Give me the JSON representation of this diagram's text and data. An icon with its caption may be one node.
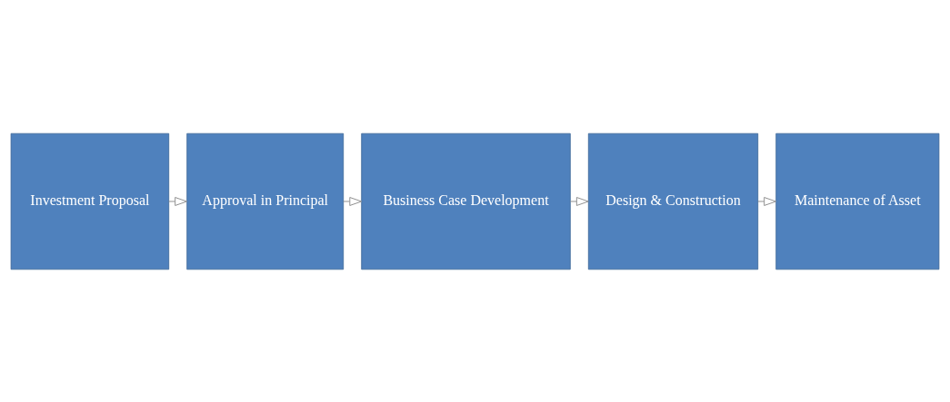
{
  "diagram": {
    "nodes": [
      {
        "text": [
          "Investment Proposal"
        ]
      },
      {
        "text": [
          "Approval in Principal"
        ]
      },
      {
        "text": [
          "Business Case Development"
        ]
      },
      {
        "text": [
          "Design & Construction"
        ]
      },
      {
        "text": [
          "Maintenance of Asset"
        ]
      }
    ],
    "edges": [
      {
        "from": 0,
        "to": 1,
        "arrow": "to"
      },
      {
        "from": 1,
        "to": 2,
        "arrow": "to"
      },
      {
        "from": 2,
        "to": 3,
        "arrow": "to"
      },
      {
        "from": 3,
        "to": 4,
        "arrow": "to"
      }
    ]
  }
}
